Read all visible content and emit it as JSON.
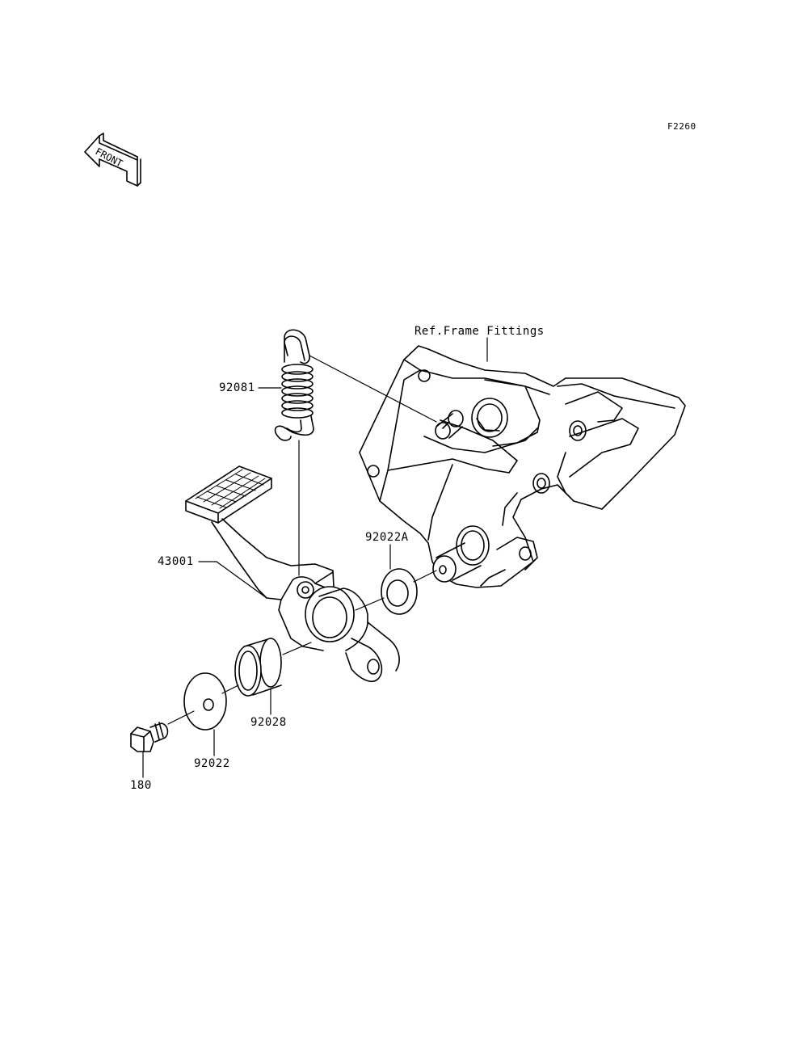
{
  "diagram": {
    "figure_code": "F2260",
    "front_indicator": "FRONT",
    "reference_label": "Ref.Frame Fittings",
    "parts": [
      {
        "number": "92081",
        "name": "spring"
      },
      {
        "number": "43001",
        "name": "brake-pedal"
      },
      {
        "number": "92022A",
        "name": "washer-inner"
      },
      {
        "number": "92028",
        "name": "bushing"
      },
      {
        "number": "92022",
        "name": "washer-outer"
      },
      {
        "number": "180",
        "name": "bolt"
      }
    ]
  },
  "colors": {
    "line": "#000000",
    "background": "#ffffff"
  }
}
